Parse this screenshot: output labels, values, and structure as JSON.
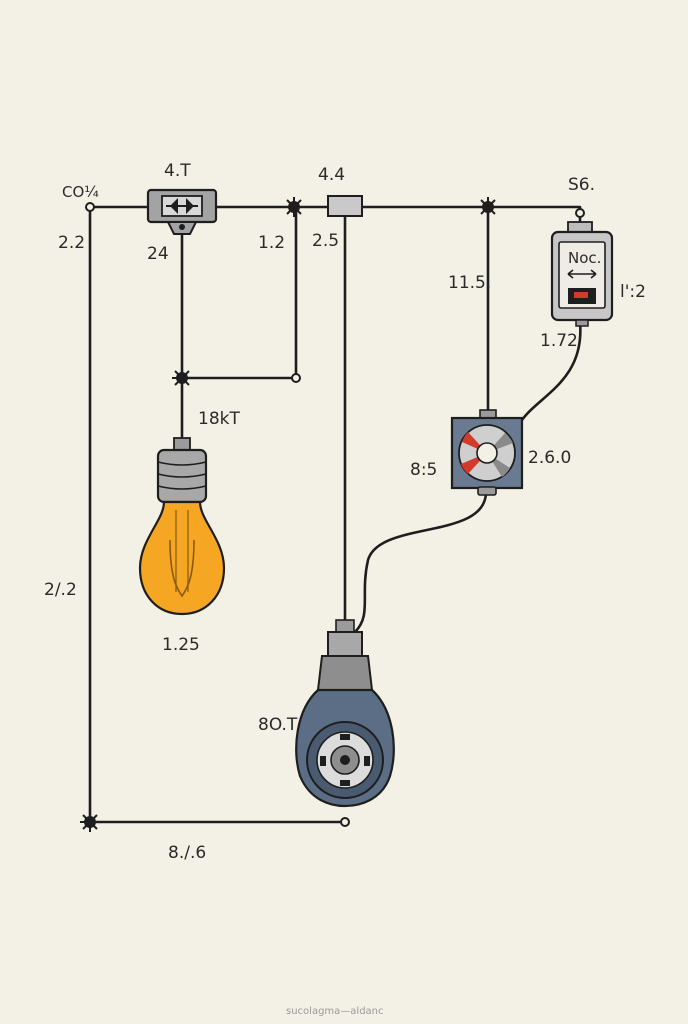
{
  "labels": {
    "terminal_left": "CO¼",
    "left_wire_top": "2.2",
    "switch_top": "4.T",
    "switch_below": "24",
    "junction_mid": "1.2",
    "relay_top": "4.4",
    "relay_below": "2.5",
    "box_top": "S6.",
    "box_screen": "Noc.",
    "box_right": "l':2",
    "branch_wire": "11.5.",
    "box_below": "1.72",
    "bulb_socket": "18kT",
    "bulb_below": "1.25",
    "fan_left": "8:5",
    "fan_right": "2.6.0",
    "left_wire_mid": "2/.2",
    "motor_left": "8O.T",
    "bottom_wire": "8./.6",
    "footer": "sucolagma—aldanc"
  },
  "colors": {
    "paper": "#f3f1e6",
    "wire": "#1e1e1e",
    "bulb_glass": "#f5a623",
    "component_gray": "#9b9b9b",
    "motor_blue": "#5b6e86",
    "fan_red": "#d23a2a"
  }
}
